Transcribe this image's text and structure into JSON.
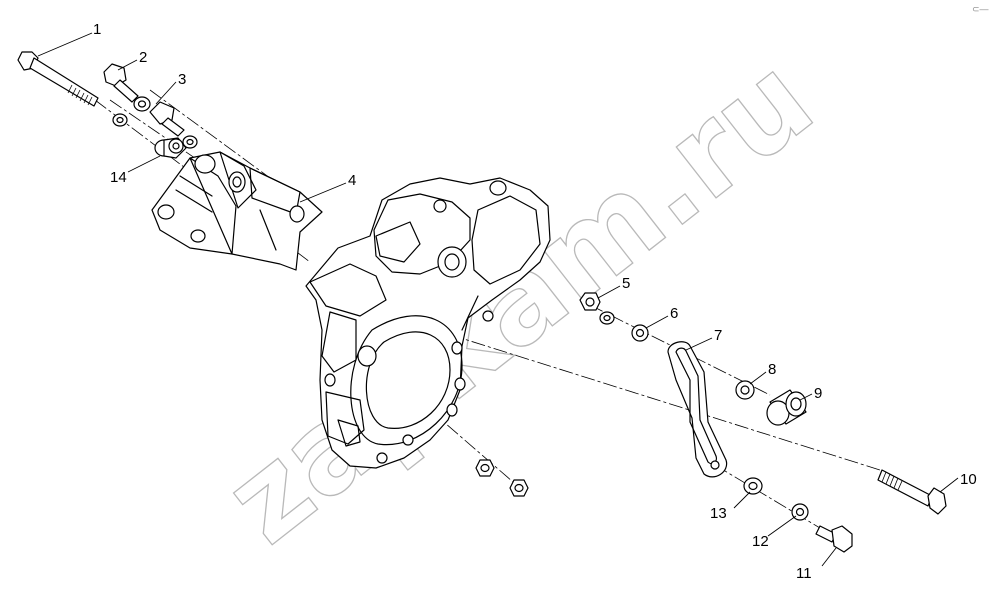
{
  "watermark": "zapkam.ru",
  "corner_mark": "⊂—",
  "callouts": [
    {
      "id": "p1",
      "label": "1"
    },
    {
      "id": "p2",
      "label": "2"
    },
    {
      "id": "p3",
      "label": "3"
    },
    {
      "id": "p4",
      "label": "4"
    },
    {
      "id": "p5",
      "label": "5"
    },
    {
      "id": "p6",
      "label": "6"
    },
    {
      "id": "p7",
      "label": "7"
    },
    {
      "id": "p8",
      "label": "8"
    },
    {
      "id": "p9",
      "label": "9"
    },
    {
      "id": "p10",
      "label": "10"
    },
    {
      "id": "p11",
      "label": "11"
    },
    {
      "id": "p12",
      "label": "12"
    },
    {
      "id": "p13",
      "label": "13"
    },
    {
      "id": "p14",
      "label": "14"
    }
  ]
}
